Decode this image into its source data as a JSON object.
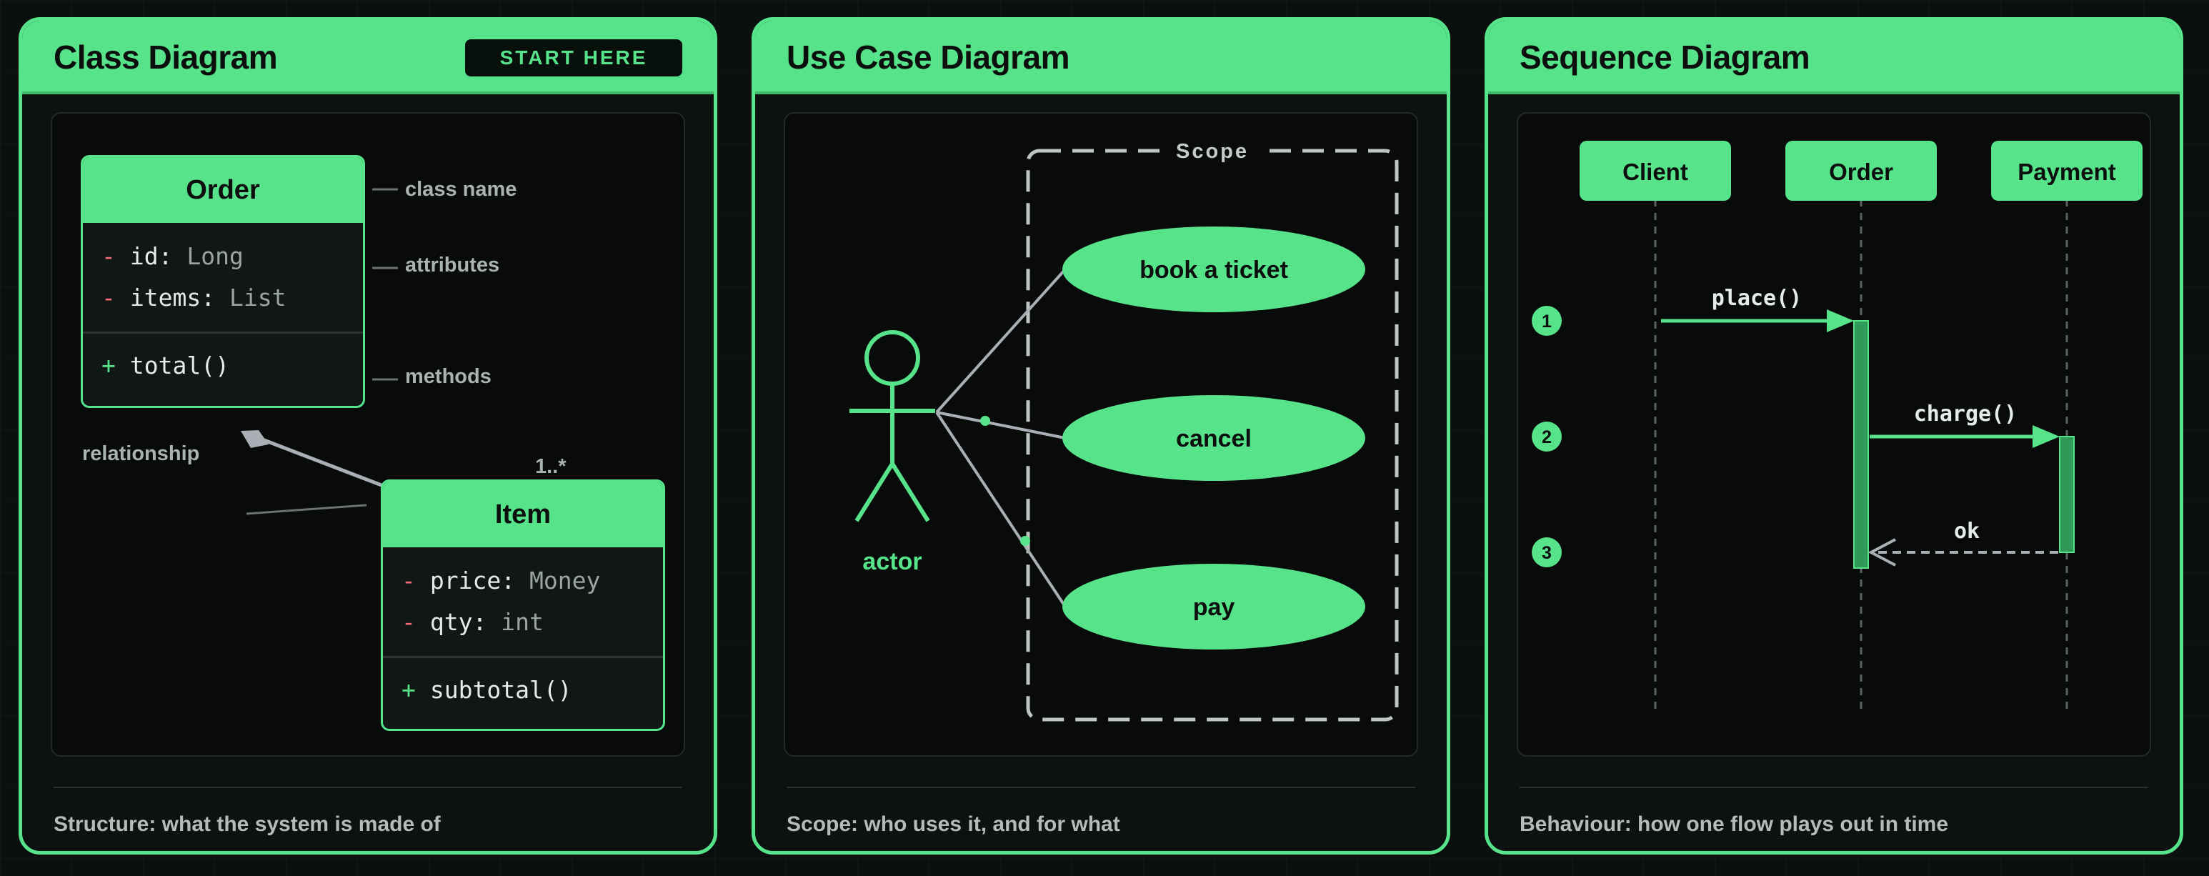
{
  "class_card": {
    "title": "Class Diagram",
    "start_button": "START HERE",
    "caption": "Structure: what the system is made of",
    "order": {
      "name": "Order",
      "attributes": [
        {
          "vis": "-",
          "name": "id",
          "sep": ": ",
          "type": "Long"
        },
        {
          "vis": "-",
          "name": "items",
          "sep": ": ",
          "type": "List"
        }
      ],
      "methods": [
        {
          "vis": "+",
          "name": "total()"
        }
      ]
    },
    "item": {
      "name": "Item",
      "attributes": [
        {
          "vis": "-",
          "name": "price",
          "sep": ": ",
          "type": "Money"
        },
        {
          "vis": "-",
          "name": "qty",
          "sep": ": ",
          "type": "int"
        }
      ],
      "methods": [
        {
          "vis": "+",
          "name": "subtotal()"
        }
      ]
    },
    "annotations": {
      "class_name": "class name",
      "attributes": "attributes",
      "methods": "methods",
      "relationship": "relationship",
      "multiplicity": "1..*"
    }
  },
  "usecase_card": {
    "title": "Use Case Diagram",
    "caption": "Scope: who uses it, and for what",
    "scope_label": "Scope",
    "actor_label": "actor",
    "use_cases": [
      "book a ticket",
      "cancel",
      "pay"
    ]
  },
  "sequence_card": {
    "title": "Sequence Diagram",
    "caption": "Behaviour: how one flow plays out in time",
    "participants": [
      "Client",
      "Order",
      "Payment"
    ],
    "messages": [
      {
        "label": "place()"
      },
      {
        "label": "charge()"
      },
      {
        "label": "ok"
      }
    ],
    "steps": [
      "1",
      "2",
      "3"
    ]
  },
  "colors": {
    "accent": "#56e38a",
    "background": "#0b0f0d",
    "panel": "#080b0a",
    "connector": "#a9afb4",
    "private_marker": "#f06a78"
  }
}
